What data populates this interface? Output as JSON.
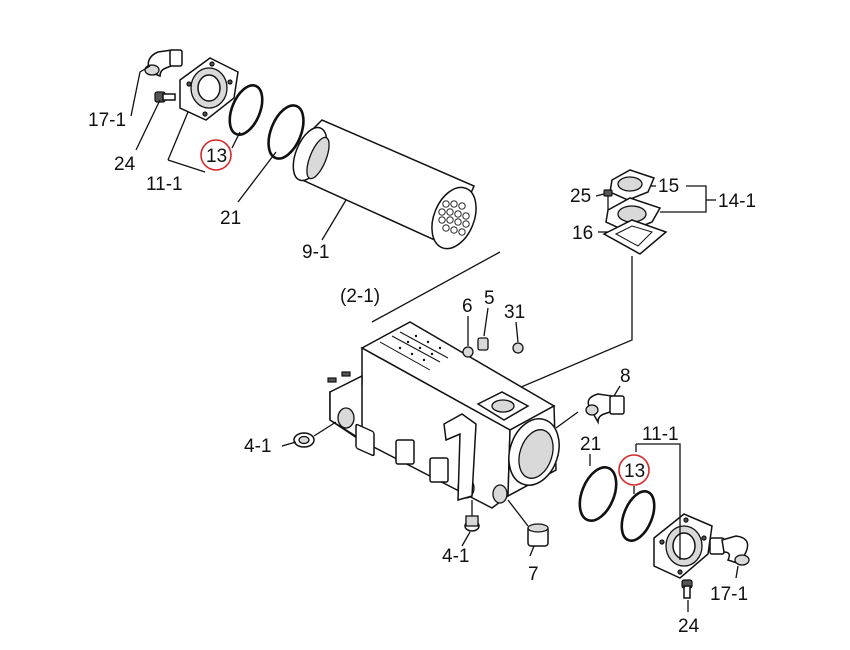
{
  "callouts": {
    "tl_17_1": "17-1",
    "tl_24": "24",
    "tl_11_1": "11-1",
    "tl_13": "13",
    "tl_21": "21",
    "tl_9_1": "9-1",
    "tr_25": "25",
    "tr_15": "15",
    "tr_14_1": "14-1",
    "tr_16": "16",
    "c_2_1": "(2-1)",
    "c_6": "6",
    "c_5": "5",
    "c_31": "31",
    "r_8": "8",
    "l_4_1": "4-1",
    "b_4_1": "4-1",
    "b_7": "7",
    "br_21": "21",
    "br_11_1": "11-1",
    "br_13": "13",
    "br_17_1": "17-1",
    "br_24": "24"
  },
  "highlight_color": "#d42a2a"
}
